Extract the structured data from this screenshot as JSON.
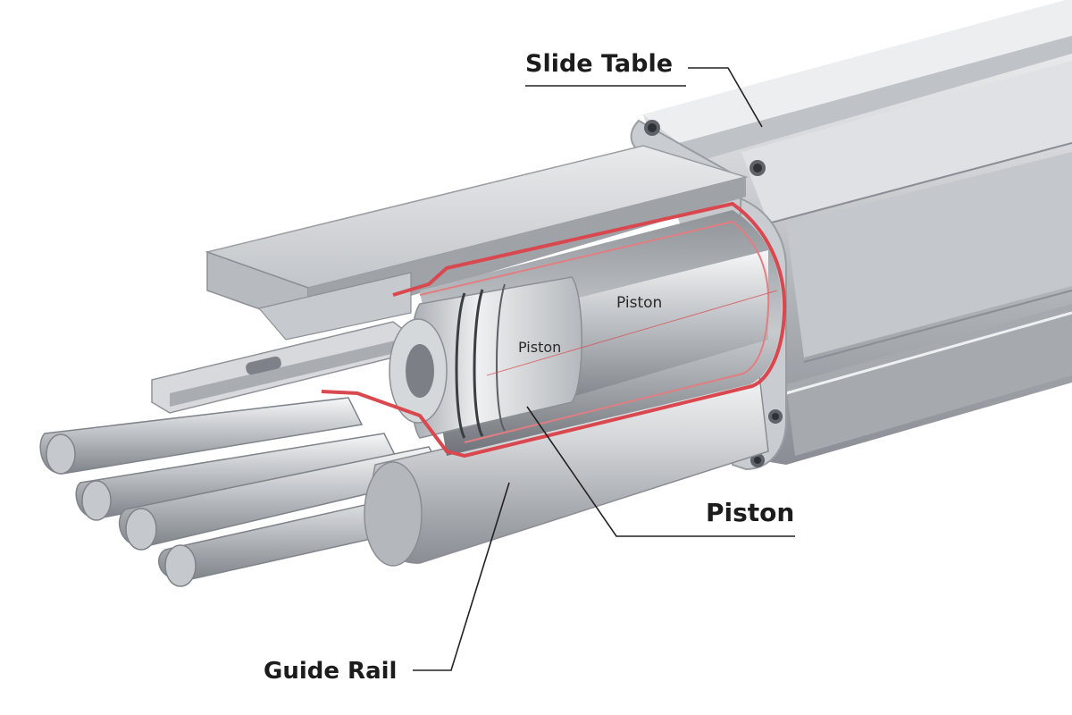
{
  "callouts": {
    "slide_table": "Slide Table",
    "piston": "Piston",
    "guide_rail": "Guide Rail"
  },
  "inner_labels": {
    "piston_a": "Piston",
    "piston_b": "Piston"
  },
  "colors": {
    "metal_light": "#e6e7e9",
    "metal_mid": "#b9bcc0",
    "metal_dark": "#7d8187",
    "section_red": "#d9484f",
    "section_fill": "#f1c9cb",
    "leader_line": "#222222"
  }
}
